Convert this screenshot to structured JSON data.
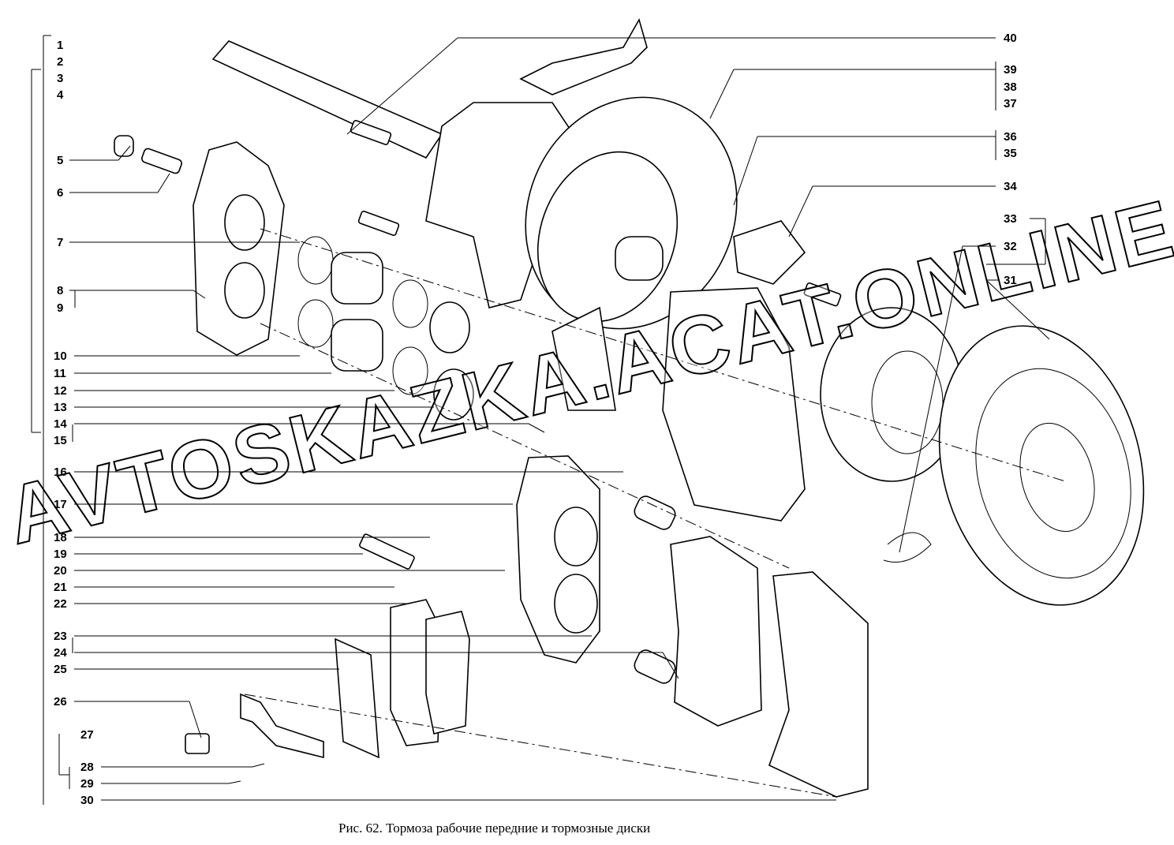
{
  "figure": {
    "caption": "Рис. 62. Тормоза рабочие передние и тормозные диски",
    "watermark": "AVTOSKAZKA.ACAT.ONLINE",
    "labels_left": [
      "1",
      "2",
      "3",
      "4",
      "5",
      "6",
      "7",
      "8",
      "9",
      "10",
      "11",
      "12",
      "13",
      "14",
      "15",
      "16",
      "17",
      "18",
      "19",
      "20",
      "21",
      "22",
      "23",
      "24",
      "25",
      "26",
      "27",
      "28",
      "29",
      "30"
    ],
    "labels_right": [
      "40",
      "39",
      "38",
      "37",
      "36",
      "35",
      "34",
      "33",
      "32",
      "31"
    ]
  }
}
